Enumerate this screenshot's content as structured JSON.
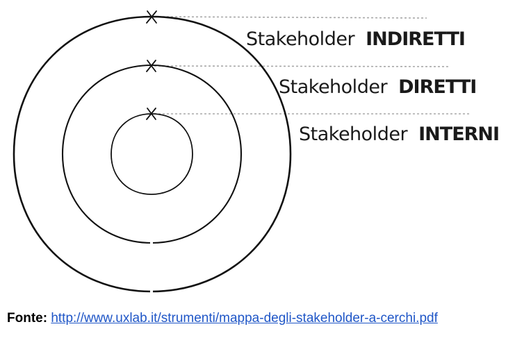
{
  "diagram": {
    "rings": [
      {
        "id": "outer",
        "label_prefix": "Stakeholder",
        "label_emphasis": "INDIRETTI"
      },
      {
        "id": "middle",
        "label_prefix": "Stakeholder",
        "label_emphasis": "DIRETTI"
      },
      {
        "id": "inner",
        "label_prefix": "Stakeholder",
        "label_emphasis": "INTERNI"
      }
    ]
  },
  "source": {
    "label": "Fonte:",
    "link_text": "http://www.uxlab.it/strumenti/mappa-degli-stakeholder-a-cerchi.pdf"
  }
}
